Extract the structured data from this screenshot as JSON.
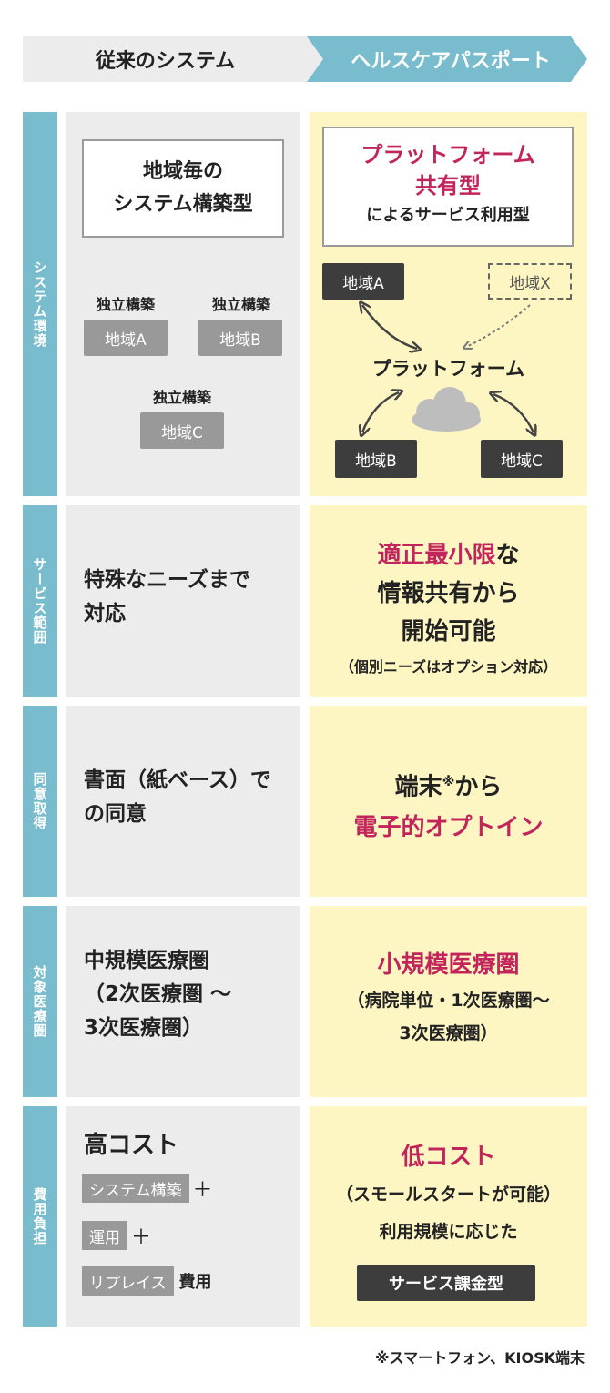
{
  "header": {
    "left": "従来のシステム",
    "right": "ヘルスケアパスポート"
  },
  "sections": {
    "system": {
      "label": "システム環境",
      "left_box_line1": "地域毎の",
      "left_box_line2": "システム構築型",
      "independent_label": "独立構築",
      "region_a": "地域A",
      "region_b": "地域B",
      "region_c": "地域C",
      "right_box_line1": "プラットフォーム",
      "right_box_line2": "共有型",
      "right_box_line3": "によるサービス利用型",
      "platform_label": "プラットフォーム",
      "region_x": "地域X"
    },
    "service": {
      "label": "サービス範囲",
      "left_line1": "特殊なニーズまで",
      "left_line2": "対応",
      "right_highlight": "適正最小限",
      "right_line1_rest": "な",
      "right_line2": "情報共有から",
      "right_line3": "開始可能",
      "right_note": "（個別ニーズはオプション対応）"
    },
    "consent": {
      "label": "同意取得",
      "left_line1": "書面（紙ベース）で",
      "left_line2": "の同意",
      "right_line1": "端末",
      "right_sup": "※",
      "right_line1_rest": "から",
      "right_highlight": "電子的オプトイン"
    },
    "target": {
      "label": "対象医療圏",
      "left_line1": "中規模医療圏",
      "left_line2": "（2次医療圏 〜",
      "left_line3": "3次医療圏）",
      "right_highlight": "小規模医療圏",
      "right_line2": "（病院単位・1次医療圏〜",
      "right_line3": "3次医療圏）"
    },
    "cost": {
      "label": "費用負担",
      "left_title": "高コスト",
      "tag1": "システム構築",
      "plus": "＋",
      "tag2": "運用",
      "tag3": "リプレイス",
      "cost_suffix": "費用",
      "right_highlight": "低コスト",
      "right_line2": "（スモールスタートが可能）",
      "right_line3": "利用規模に応じた",
      "right_tag": "サービス課金型"
    }
  },
  "footnote": "※スマートフォン、KIOSK端末",
  "colors": {
    "accent_blue": "#79bccd",
    "highlight_pink": "#c2255c",
    "right_bg": "#fdf6c3",
    "left_bg": "#ececec"
  }
}
